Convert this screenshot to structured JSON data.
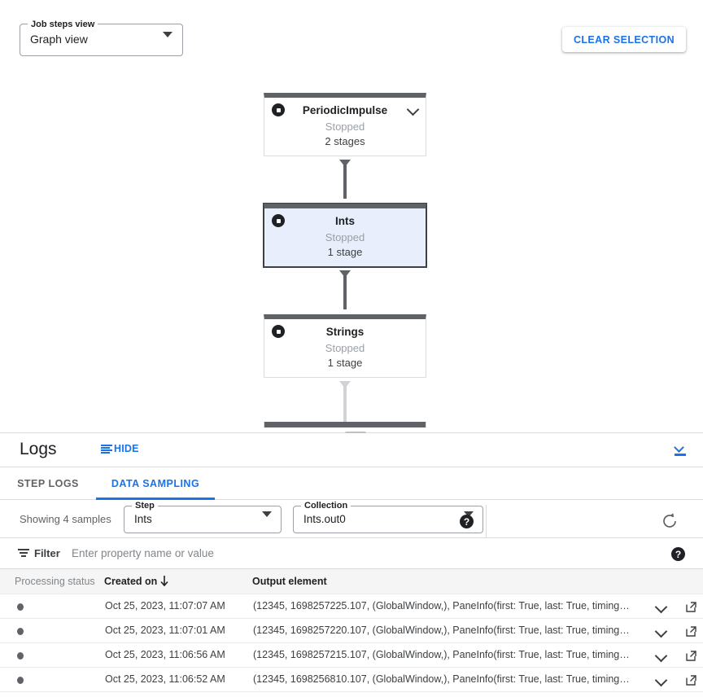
{
  "graph": {
    "view_select": {
      "label": "Job steps view",
      "value": "Graph view",
      "caret_icon": "caret-down-icon"
    },
    "clear_selection_label": "CLEAR SELECTION",
    "nodes": [
      {
        "title": "PeriodicImpulse",
        "status": "Stopped",
        "stages": "2 stages",
        "selected": false,
        "has_chevron": true
      },
      {
        "title": "Ints",
        "status": "Stopped",
        "stages": "1 stage",
        "selected": true,
        "has_chevron": false
      },
      {
        "title": "Strings",
        "status": "Stopped",
        "stages": "1 stage",
        "selected": false,
        "has_chevron": false
      }
    ]
  },
  "logs": {
    "title": "Logs",
    "hide_label": "HIDE",
    "collapse_icon": "expand-less-bar-icon",
    "tabs": [
      {
        "label": "STEP LOGS",
        "active": false
      },
      {
        "label": "DATA SAMPLING",
        "active": true
      }
    ],
    "sampling": {
      "showing_text": "Showing 4 samples",
      "step": {
        "label": "Step",
        "value": "Ints"
      },
      "collection": {
        "label": "Collection",
        "value": "Ints.out0"
      },
      "help_glyph": "?",
      "refresh_icon": "refresh-icon"
    },
    "filter": {
      "label": "Filter",
      "placeholder": "Enter property name or value",
      "value": "",
      "help_glyph": "?"
    },
    "table": {
      "columns": [
        "Processing status",
        "Created on",
        "Output element"
      ],
      "sort_column": "Created on",
      "sort_direction": "desc",
      "rows": [
        {
          "status": "",
          "created_on": "Oct 25, 2023, 11:07:07 AM",
          "output_element": "(12345, 1698257225.107, (GlobalWindow,), PaneInfo(first: True, last: True, timing…"
        },
        {
          "status": "",
          "created_on": "Oct 25, 2023, 11:07:01 AM",
          "output_element": "(12345, 1698257220.107, (GlobalWindow,), PaneInfo(first: True, last: True, timing…"
        },
        {
          "status": "",
          "created_on": "Oct 25, 2023, 11:06:56 AM",
          "output_element": "(12345, 1698257215.107, (GlobalWindow,), PaneInfo(first: True, last: True, timing…"
        },
        {
          "status": "",
          "created_on": "Oct 25, 2023, 11:06:52 AM",
          "output_element": "(12345, 1698256810.107, (GlobalWindow,), PaneInfo(first: True, last: True, timing…"
        }
      ]
    }
  },
  "colors": {
    "accent": "#1a73e8",
    "node_bar": "#5f6368",
    "node_selected_bg": "#e8eefb",
    "border": "#dadce0"
  }
}
